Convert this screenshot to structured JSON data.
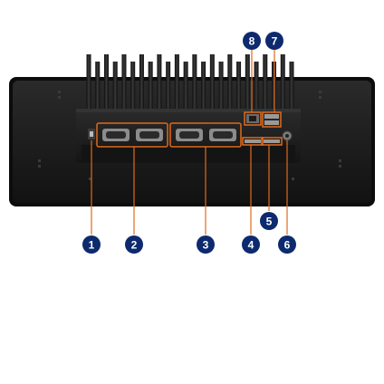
{
  "colors": {
    "callout_fill": "#0d2a6e",
    "callout_text": "#ffffff",
    "highlight": "#e06a1b",
    "panel": "#1b1b1b",
    "heatsink": "#202020"
  },
  "callouts": [
    {
      "id": "1",
      "label": "1"
    },
    {
      "id": "2",
      "label": "2"
    },
    {
      "id": "3",
      "label": "3"
    },
    {
      "id": "4",
      "label": "4"
    },
    {
      "id": "5",
      "label": "5"
    },
    {
      "id": "6",
      "label": "6"
    },
    {
      "id": "7",
      "label": "7"
    },
    {
      "id": "8",
      "label": "8"
    }
  ]
}
